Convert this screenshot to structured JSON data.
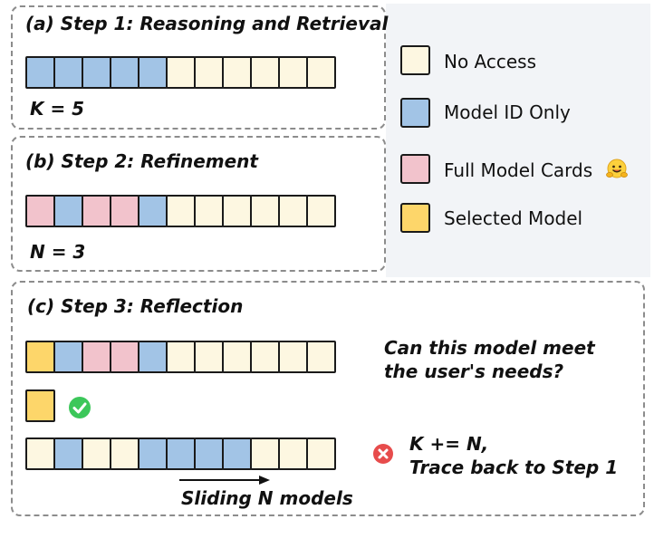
{
  "colors": {
    "no_access": "#fdf7e1",
    "model_id_only": "#a2c4e6",
    "full_model_cards": "#f2c3cc",
    "selected_model": "#fdd66a",
    "check": "#3cc75a",
    "cross": "#e74c4c"
  },
  "step1": {
    "title": "(a) Step 1: Reasoning and Retrieval",
    "cells": [
      "id",
      "id",
      "id",
      "id",
      "id",
      "none",
      "none",
      "none",
      "none",
      "none",
      "none"
    ],
    "k_label": "K = 5"
  },
  "step2": {
    "title": "(b) Step 2: Refinement",
    "cells": [
      "full",
      "id",
      "full",
      "full",
      "id",
      "none",
      "none",
      "none",
      "none",
      "none",
      "none"
    ],
    "n_label": "N = 3"
  },
  "step3": {
    "title": "(c) Step 3: Reflection",
    "row1_cells": [
      "sel",
      "id",
      "full",
      "full",
      "id",
      "none",
      "none",
      "none",
      "none",
      "none",
      "none"
    ],
    "question_line1": "Can this model meet",
    "question_line2": "the user's needs?",
    "selected_cell": "sel",
    "check_icon": "check-circle-icon",
    "row3_cells": [
      "none",
      "id",
      "none",
      "none",
      "id",
      "id",
      "id",
      "id",
      "none",
      "none",
      "none"
    ],
    "cross_icon": "cross-circle-icon",
    "retry_line1": "K += N,",
    "retry_line2": "Trace back to Step 1",
    "sliding_label": "Sliding N models"
  },
  "legend": {
    "items": [
      {
        "label": "No Access",
        "key": "none"
      },
      {
        "label": "Model ID Only",
        "key": "id"
      },
      {
        "label": "Full Model Cards",
        "key": "full",
        "icon": "hugging-face-emoji-icon"
      },
      {
        "label": "Selected Model",
        "key": "sel"
      }
    ]
  }
}
